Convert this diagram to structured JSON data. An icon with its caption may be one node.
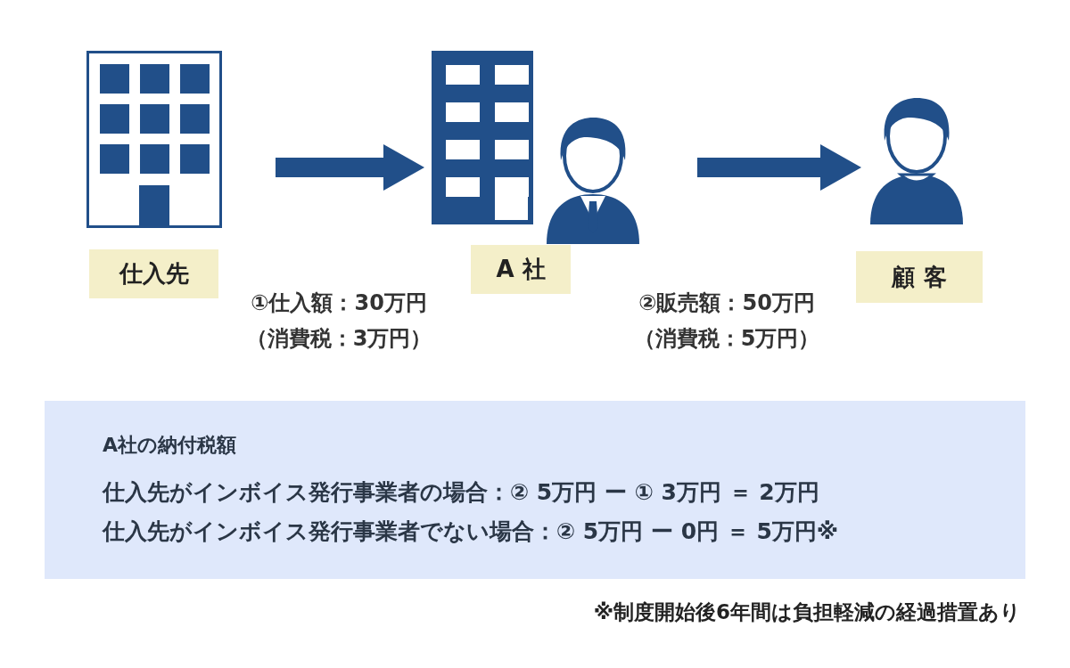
{
  "diagram": {
    "nodes": [
      {
        "text": [],
        "shape": "picture"
      },
      {
        "text": [
          "仕入先"
        ]
      },
      {
        "text": [],
        "shape": "picture"
      },
      {
        "text": [
          "A 社"
        ]
      },
      {
        "text": [],
        "shape": "picture"
      },
      {
        "text": [
          "顧 客"
        ]
      },
      {
        "text": [
          "A社の納付税額",
          "仕入先がインボイス発行事業者の場合：② 5万円 ー ① 3万円 ＝ 2万円",
          "仕入先がインボイス発行事業者でない場合：② 5万円 ー 0円 ＝ 5万円※"
        ]
      }
    ],
    "edges": [
      {
        "from": 0,
        "to": 2,
        "arrow": "to"
      },
      {
        "from": 2,
        "to": 4,
        "arrow": "to"
      }
    ],
    "labels": [
      "①仕入額：30万円",
      "（消費税：3万円）",
      "②販売額：50万円",
      "（消費税：5万円）",
      "※制度開始後6年間は負担軽減の経過措置あり"
    ]
  }
}
